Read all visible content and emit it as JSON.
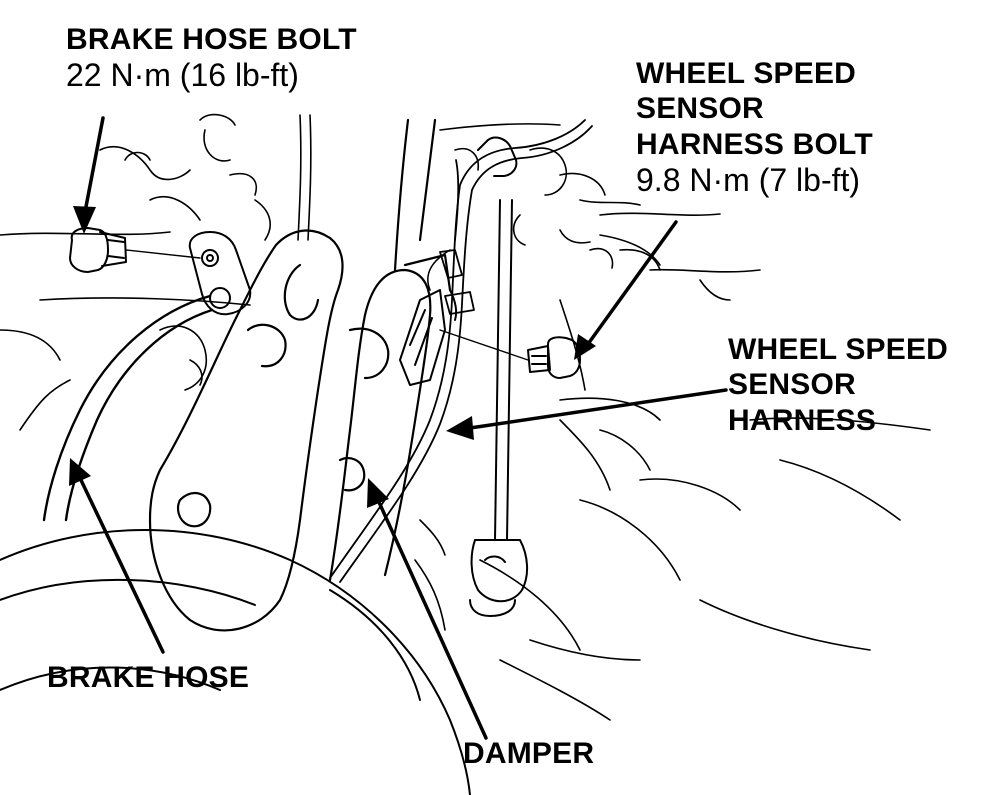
{
  "callouts": {
    "brake_hose_bolt": {
      "name": "BRAKE HOSE BOLT",
      "torque": "22 N·m (16 lb-ft)"
    },
    "wheel_speed_sensor_harness_bolt": {
      "name_lines": [
        "WHEEL SPEED",
        "SENSOR",
        "HARNESS BOLT"
      ],
      "torque": "9.8 N·m (7 lb-ft)"
    },
    "wheel_speed_sensor_harness": {
      "name_lines": [
        "WHEEL SPEED",
        "SENSOR",
        "HARNESS"
      ]
    },
    "brake_hose": {
      "name": "BRAKE HOSE"
    },
    "damper": {
      "name": "DAMPER"
    }
  },
  "colors": {
    "line": "#000000",
    "background": "#ffffff"
  }
}
